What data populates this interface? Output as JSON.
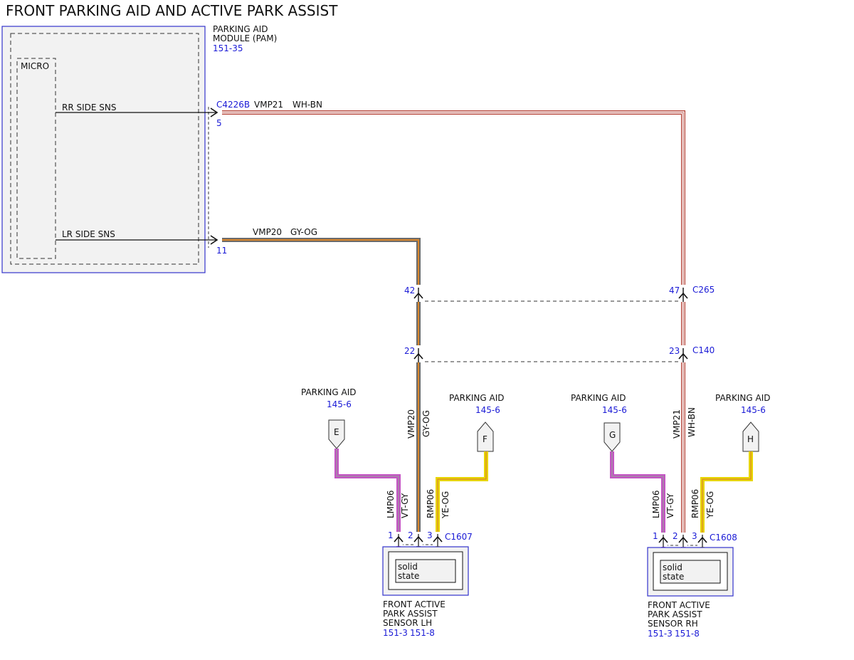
{
  "title": "FRONT PARKING AID AND ACTIVE PARK ASSIST",
  "module": {
    "name_line1": "PARKING AID",
    "name_line2": "MODULE (PAM)",
    "ref": "151-35",
    "micro_label": "MICRO",
    "connector": "C4226B",
    "pins": [
      {
        "pin": "5",
        "signal": "RR SIDE SNS",
        "circuit": "VMP21",
        "color": "WH-BN"
      },
      {
        "pin": "11",
        "signal": "LR SIDE SNS",
        "circuit": "VMP20",
        "color": "GY-OG"
      }
    ]
  },
  "inline_connectors": [
    {
      "name": "C265",
      "left_pin": "42",
      "right_pin": "47"
    },
    {
      "name": "C140",
      "left_pin": "22",
      "right_pin": "23"
    }
  ],
  "vertical_wires": [
    {
      "circuit": "VMP20",
      "color": "GY-OG"
    },
    {
      "circuit": "VMP21",
      "color": "WH-BN"
    }
  ],
  "references": [
    {
      "label": "PARKING AID",
      "ref": "145-6",
      "letter": "E"
    },
    {
      "label": "PARKING AID",
      "ref": "145-6",
      "letter": "F"
    },
    {
      "label": "PARKING AID",
      "ref": "145-6",
      "letter": "G"
    },
    {
      "label": "PARKING AID",
      "ref": "145-6",
      "letter": "H"
    }
  ],
  "sensor_wires": [
    {
      "circuit": "LMP06",
      "color": "VT-GY"
    },
    {
      "circuit": "RMP06",
      "color": "YE-OG"
    }
  ],
  "sensors": [
    {
      "connector": "C1607",
      "pins": [
        "1",
        "2",
        "3"
      ],
      "inner_line1": "solid",
      "inner_line2": "state",
      "name_line1": "FRONT ACTIVE",
      "name_line2": "PARK ASSIST",
      "name_line3": "SENSOR LH",
      "ref1": "151-3",
      "ref2": "151-8"
    },
    {
      "connector": "C1608",
      "pins": [
        "1",
        "2",
        "3"
      ],
      "inner_line1": "solid",
      "inner_line2": "state",
      "name_line1": "FRONT ACTIVE",
      "name_line2": "PARK ASSIST",
      "name_line3": "SENSOR RH",
      "ref1": "151-3",
      "ref2": "151-8"
    }
  ],
  "colors": {
    "ref_blue": "#1a1ad6",
    "module_border": "#3333cc",
    "gray_wire": "#6b6b6b",
    "orange_stripe": "#d9862a",
    "white_wire": "#ffffff",
    "brown_stripe": "#b03a2e",
    "violet_wire": "#c455c4",
    "yellow_wire": "#e8d600"
  }
}
